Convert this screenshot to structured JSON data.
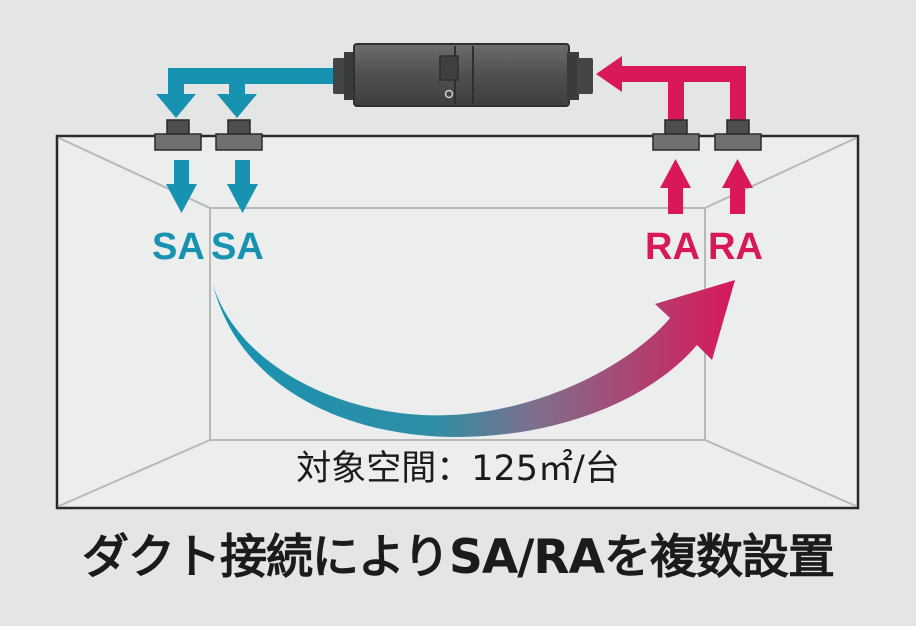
{
  "labels": {
    "supply_1": "SA",
    "supply_2": "SA",
    "return_1": "RA",
    "return_2": "RA",
    "area": "対象空間：125㎡/台",
    "caption": "ダクト接続によりSA/RAを複数設置"
  },
  "colors": {
    "background": "#e4e5e5",
    "room_fill": "#eceeed",
    "room_line": "#b7b9b9",
    "room_border": "#2a2a2a",
    "supply": "#1792b0",
    "return": "#d9185a",
    "unit_body": "#5b5c5c",
    "unit_dark": "#333333"
  },
  "icons": {
    "ventilation_unit": "ventilation-unit-icon",
    "diffuser": "ceiling-diffuser-icon",
    "airflow_arrow": "curved-airflow-arrow-icon"
  }
}
